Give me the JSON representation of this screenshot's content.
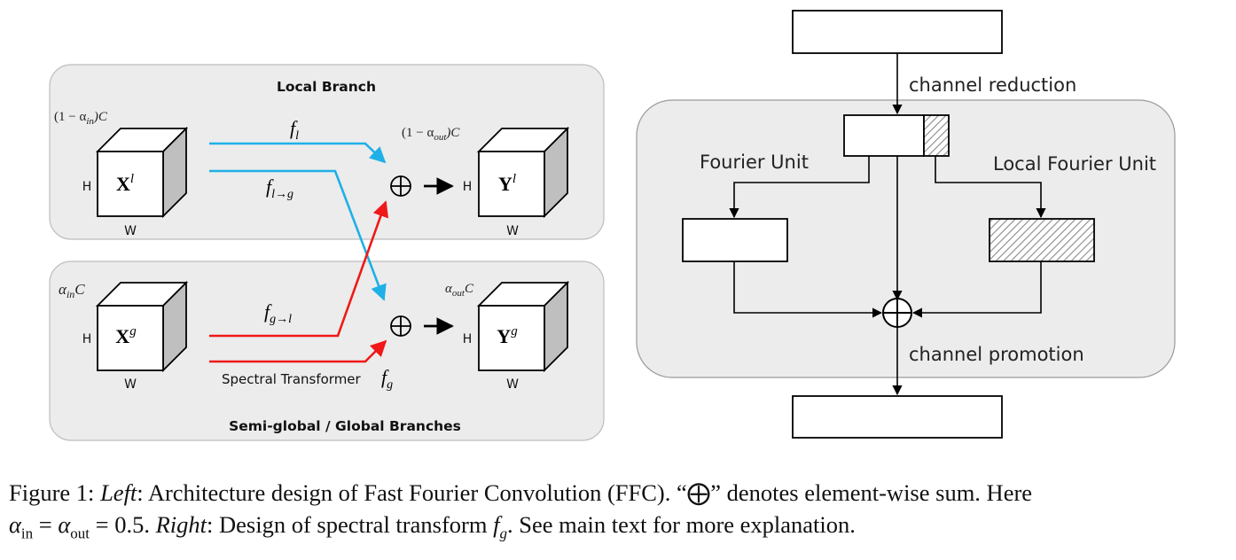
{
  "left": {
    "local_branch_title": "Local Branch",
    "global_branch_title": "Semi-global / Global Branches",
    "dim_h": "H",
    "dim_w": "W",
    "x_local_label": "X",
    "x_local_sup": "l",
    "y_local_label": "Y",
    "y_local_sup": "l",
    "x_global_label": "X",
    "x_global_sup": "g",
    "y_global_label": "Y",
    "y_global_sup": "g",
    "in_local_ch": "(1 − α",
    "in_local_ch_sub": "in",
    "in_local_ch_tail": ")C",
    "out_local_ch": "(1 − α",
    "out_local_ch_sub": "out",
    "out_local_ch_tail": ")C",
    "in_global_ch": "α",
    "in_global_ch_sub": "in",
    "in_global_ch_tail": "C",
    "out_global_ch": "α",
    "out_global_ch_sub": "out",
    "out_global_ch_tail": "C",
    "f_l": "f",
    "f_l_sub": "l",
    "f_l_to_g": "f",
    "f_l_to_g_sub": "l→g",
    "f_g_to_l": "f",
    "f_g_to_l_sub": "g→l",
    "spectral_transformer": "Spectral Transformer",
    "f_g": "f",
    "f_g_sub": "g",
    "sum_symbol": "⊕",
    "colors": {
      "local_arrow": "#1fb0e8",
      "global_arrow": "#f01818",
      "panel": "#ececec"
    }
  },
  "right": {
    "channel_reduction": "channel reduction",
    "fourier_unit": "Fourier Unit",
    "local_fourier_unit": "Local Fourier Unit",
    "channel_promotion": "channel promotion"
  },
  "caption": {
    "prefix": "Figure 1: ",
    "left_word": "Left",
    "part1": ": Architecture design of Fast Fourier Convolution (FFC). “⨁” denotes element-wise sum. Here",
    "alpha": "α",
    "alpha_in_sub": "in",
    "equals1": " = ",
    "alpha_out_sub": "out",
    "equals2": " = 0.5. ",
    "right_word": "Right",
    "part2": ": Design of spectral transform ",
    "fg": "f",
    "fg_sub": "g",
    "part3": ". See main text for more explanation."
  }
}
